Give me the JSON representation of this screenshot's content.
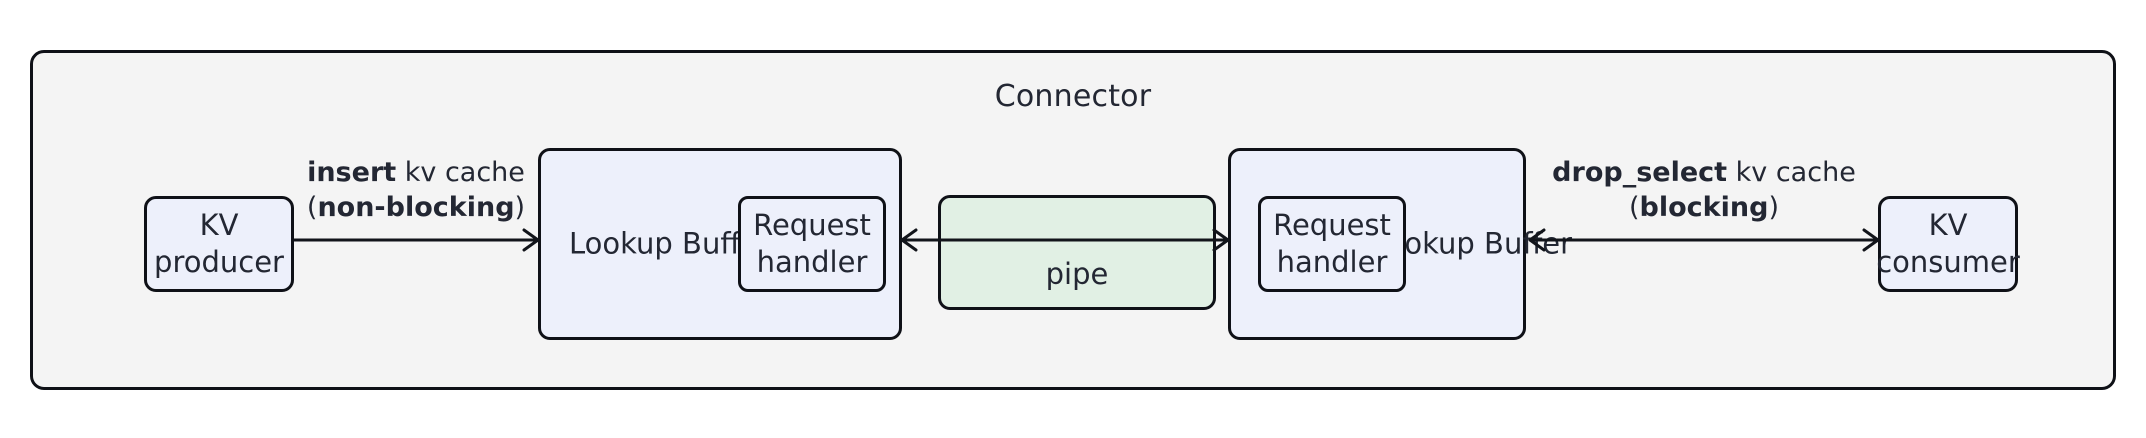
{
  "diagram": {
    "type": "architecture-flow",
    "container": {
      "title": "Connector",
      "fill": "#f4f4f4",
      "stroke": "#0f1117"
    },
    "colors": {
      "node_fill": "#edf0fb",
      "pipe_fill": "#e1f0e4",
      "stroke": "#0f1117",
      "text": "#232733"
    },
    "nodes": {
      "kv_producer": {
        "line1": "KV",
        "line2": "producer"
      },
      "left_buffer": {
        "line1": "Lookup",
        "line2": "Buffer"
      },
      "left_handler": {
        "line1": "Request",
        "line2": "handler"
      },
      "pipe": {
        "label": "pipe"
      },
      "right_handler": {
        "line1": "Request",
        "line2": "handler"
      },
      "right_buffer": {
        "line1": "Lookup",
        "line2": "Buffer"
      },
      "kv_consumer": {
        "line1": "KV",
        "line2": "consumer"
      }
    },
    "edges": {
      "insert": {
        "line1_bold": "insert",
        "line1_rest": " kv cache",
        "line2_open": "(",
        "line2_bold": "non-blocking",
        "line2_close": ")",
        "direction": "right"
      },
      "drop_select": {
        "line1_bold": "drop_select",
        "line1_rest": " kv cache",
        "line2_open": "(",
        "line2_bold": "blocking",
        "line2_close": ")",
        "direction": "bidirectional"
      }
    }
  }
}
